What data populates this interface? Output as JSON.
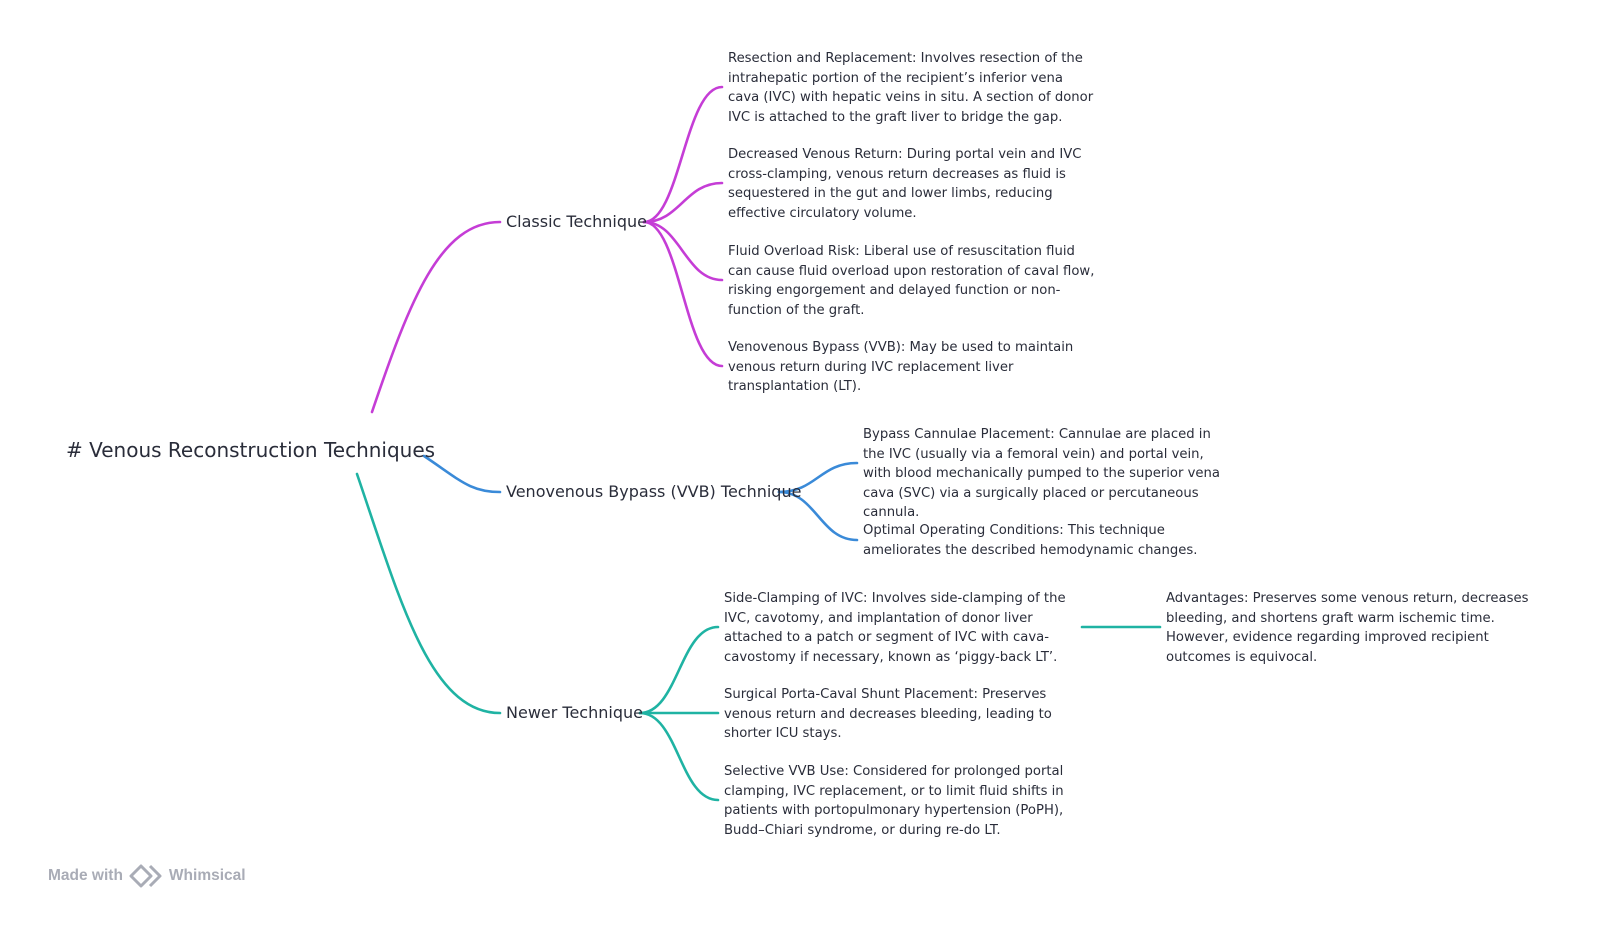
{
  "root": {
    "label": "# Venous Reconstruction Techniques"
  },
  "branches": [
    {
      "label": "Classic Technique",
      "color": "#c53dd6",
      "leaves": [
        "Resection and Replacement: Involves resection of the intrahepatic portion of the recipient’s inferior vena cava (IVC) with hepatic veins in situ. A section of donor IVC is attached to the graft liver to bridge the gap.",
        "Decreased Venous Return: During portal vein and IVC cross-clamping, venous return decreases as fluid is sequestered in the gut and lower limbs, reducing effective circulatory volume.",
        "Fluid Overload Risk: Liberal use of resuscitation fluid can cause fluid overload upon restoration of caval flow, risking engorgement and delayed function or non-function of the graft.",
        "Venovenous Bypass (VVB): May be used to maintain venous return during IVC replacement liver transplantation (LT)."
      ]
    },
    {
      "label": "Venovenous Bypass (VVB) Technique",
      "color": "#3a8ad8",
      "leaves": [
        "Bypass Cannulae Placement: Cannulae are placed in the IVC (usually via a femoral vein) and portal vein, with blood mechanically pumped to the superior vena cava (SVC) via a surgically placed or percutaneous cannula.",
        "Optimal Operating Conditions: This technique ameliorates the described hemodynamic changes."
      ]
    },
    {
      "label": "Newer Technique",
      "color": "#1fb3a3",
      "leaves": [
        "Side-Clamping of IVC: Involves side-clamping of the IVC, cavotomy, and implantation of donor liver attached to a patch or segment of IVC with cava-cavostomy if necessary, known as ‘piggy-back LT’.",
        "Surgical Porta-Caval Shunt Placement: Preserves venous return and decreases bleeding, leading to shorter ICU stays.",
        "Selective VVB Use: Considered for prolonged portal clamping, IVC replacement, or to limit fluid shifts in patients with portopulmonary hypertension (PoPH), Budd–Chiari syndrome, or during re-do LT."
      ],
      "sub_leaf": "Advantages: Preserves some venous return, decreases bleeding, and shortens graft warm ischemic time. However, evidence regarding improved recipient outcomes is equivocal."
    }
  ],
  "footer": {
    "made_with": "Made with",
    "brand": "Whimsical"
  }
}
